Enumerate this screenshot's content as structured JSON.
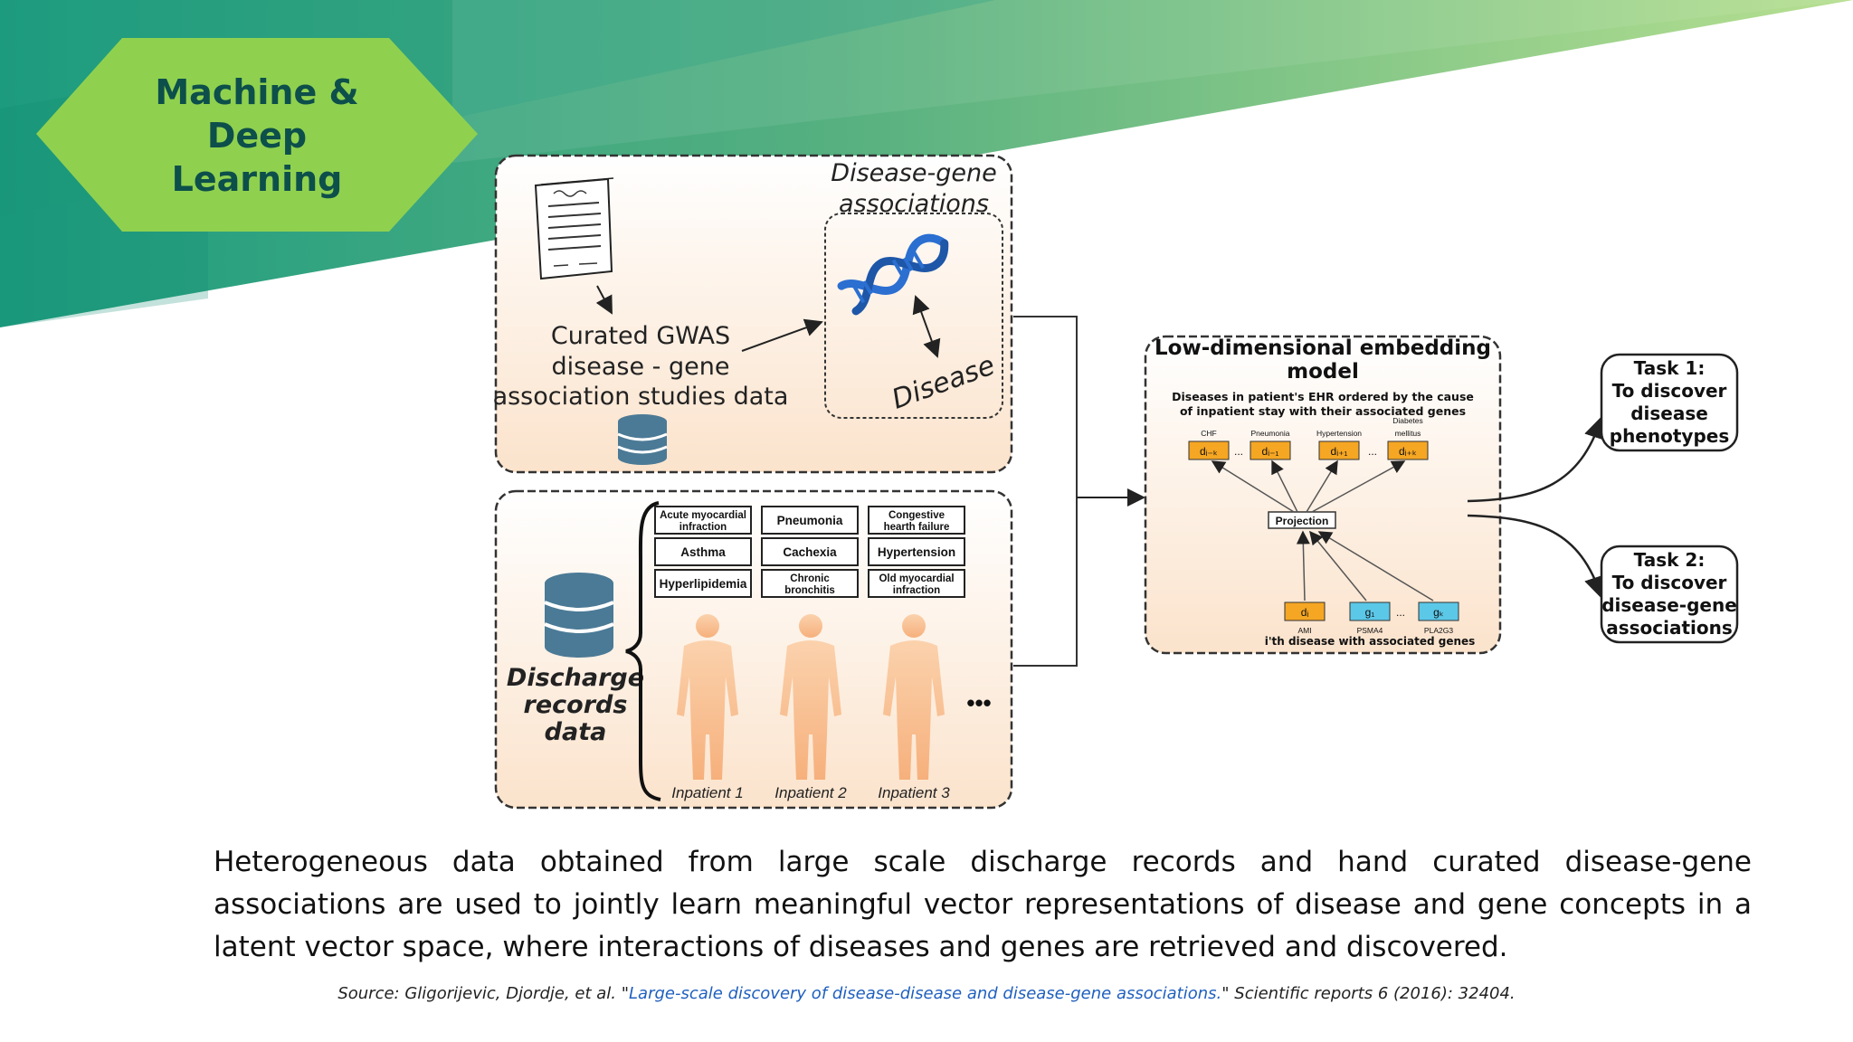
{
  "badge": {
    "line1": "Machine &",
    "line2": "Deep",
    "line3": "Learning"
  },
  "gwas_panel": {
    "title_line1": "Disease-gene",
    "title_line2": "associations",
    "source_line1": "Curated GWAS",
    "source_line2": "disease - gene",
    "source_line3": "association studies data",
    "disease_label": "Disease"
  },
  "discharge_panel": {
    "db_label_line1": "Discharge",
    "db_label_line2": "records",
    "db_label_line3": "data",
    "conditions": [
      {
        "line1": "Acute myocardial",
        "line2": "infraction"
      },
      {
        "line1": "Pneumonia",
        "line2": ""
      },
      {
        "line1": "Congestive",
        "line2": "hearth failure"
      },
      {
        "line1": "Asthma",
        "line2": ""
      },
      {
        "line1": "Cachexia",
        "line2": ""
      },
      {
        "line1": "Hypertension",
        "line2": ""
      },
      {
        "line1": "Hyperlipidemia",
        "line2": ""
      },
      {
        "line1": "Chronic",
        "line2": "bronchitis"
      },
      {
        "line1": "Old myocardial",
        "line2": "infraction"
      }
    ],
    "patients": [
      "Inpatient 1",
      "Inpatient 2",
      "Inpatient 3"
    ],
    "more": "•••"
  },
  "model_panel": {
    "title_line1": "Low-dimensional embedding",
    "title_line2": "model",
    "subtitle_line1": "Diseases in patient's EHR ordered by the cause",
    "subtitle_line2": "of inpatient stay with their associated genes",
    "top_labels": [
      "CHF",
      "Pneumonia",
      "Hypertension",
      "Diabetes",
      "mellitus"
    ],
    "top_boxes": [
      "dᵢ₋ₖ",
      "dᵢ₋₁",
      "dᵢ₊₁",
      "dᵢ₊ₖ"
    ],
    "ellipsis": "...",
    "projection": "Projection",
    "bottom_boxes": [
      "dᵢ",
      "g₁",
      "gₖ"
    ],
    "bottom_labels": [
      "AMI",
      "PSMA4",
      "PLA2G3"
    ],
    "footer": "i'th disease with associated genes"
  },
  "tasks": [
    {
      "line1": "Task 1:",
      "line2": "To discover",
      "line3": "disease",
      "line4": "phenotypes"
    },
    {
      "line1": "Task 2:",
      "line2": "To discover",
      "line3": "disease-gene",
      "line4": "associations"
    }
  ],
  "caption": "Heterogeneous data obtained from large scale discharge records and hand curated disease-gene associations are used to jointly learn meaningful vector representations of disease and gene concepts in a latent vector space, where interactions of diseases and genes are retrieved and discovered.",
  "source": {
    "prefix": "Source: Gligorijevic, Djordje, et al. \"",
    "link_text": "Large-scale discovery of disease-disease and disease-gene associations.",
    "suffix": "\" Scientific reports 6 (2016): 32404."
  },
  "colors": {
    "badge_fill": "#8fd14f",
    "badge_text": "#0d4f4a",
    "banner_dark": "#1f9a7e",
    "banner_light": "#a8d98a",
    "panel_fill": "#fdf2e8",
    "orange_box": "#f5a623",
    "blue_box": "#5bc8e8",
    "figure": "#f9c49a",
    "dna": "#2b6fd1",
    "database": "#4b7a96",
    "link": "#1f5fbf"
  }
}
